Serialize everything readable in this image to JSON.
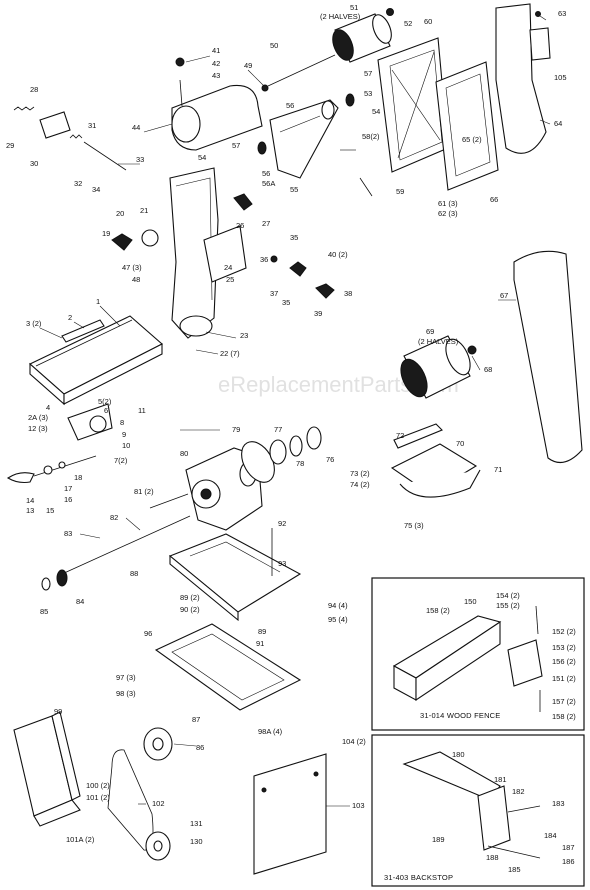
{
  "watermark": "eReplacementParts.com",
  "insets": {
    "wood_fence": "31-014 WOOD FENCE",
    "backstop": "31-403 BACKSTOP"
  },
  "callouts": {
    "c1": "1",
    "c2": "2",
    "c3": "3 (2)",
    "c4": "4",
    "c2a": "2A (3)",
    "c12": "12 (3)",
    "c5": "5(2)",
    "c6": "6",
    "c11": "11",
    "c8": "8",
    "c9": "9",
    "c10": "10",
    "c7": "7(2)",
    "c18": "18",
    "c17": "17",
    "c16": "16",
    "c15": "15",
    "c14": "14",
    "c13": "13",
    "c28": "28",
    "c29": "29",
    "c30": "30",
    "c31": "31",
    "c32": "32",
    "c33": "33",
    "c34": "34",
    "c41": "41",
    "c42": "42",
    "c43": "43",
    "c44": "44",
    "c51": "51",
    "c51b": "(2 HALVES)",
    "c52": "52",
    "c49": "49",
    "c50": "50",
    "c60": "60",
    "c63": "63",
    "c105": "105",
    "c64": "64",
    "c57a": "57",
    "c53": "53",
    "c57b": "57",
    "c54a": "54",
    "c56": "56",
    "c56a": "56A",
    "c54b": "54",
    "c58": "58(2)",
    "c55": "55",
    "c59": "59",
    "c65": "65 (2)",
    "c61": "61 (3)",
    "c62": "62 (3)",
    "c66": "66",
    "c20": "20",
    "c21": "21",
    "c19": "19",
    "c26": "26",
    "c27": "27",
    "c47": "47 (3)",
    "c48": "48",
    "c24": "24",
    "c25": "25",
    "c35": "35",
    "c36": "36",
    "c40": "40 (2)",
    "c37": "37",
    "c35b": "35",
    "c38": "38",
    "c39": "39",
    "c67": "67",
    "c23": "23",
    "c22": "22 (7)",
    "c69": "69",
    "c69b": "(2 HALVES)",
    "c68": "68",
    "c79": "79",
    "c77": "77",
    "c76": "76",
    "c78": "78",
    "c80": "80",
    "c81": "81 (2)",
    "c72": "72",
    "c70": "70",
    "c71": "71",
    "c73": "73 (2)",
    "c74": "74 (2)",
    "c75": "75 (3)",
    "c82": "82",
    "c83": "83",
    "c92": "92",
    "c93": "93",
    "c88": "88",
    "c85": "85",
    "c84": "84",
    "c89": "89 (2)",
    "c90": "90 (2)",
    "c89b": "89",
    "c91": "91",
    "c94": "94 (4)",
    "c95": "95 (4)",
    "c96": "96",
    "c97": "97 (3)",
    "c98": "98 (3)",
    "c98a": "98A (4)",
    "c99": "99",
    "c87": "87",
    "c86": "86",
    "c100": "100 (2)",
    "c101": "101 (2)",
    "c102": "102",
    "c101a": "101A (2)",
    "c131": "131",
    "c130": "130",
    "c104": "104 (2)",
    "c103": "103",
    "c150": "150",
    "c158a": "158 (2)",
    "c154": "154 (2)",
    "c155": "155 (2)",
    "c152": "152 (2)",
    "c153": "153 (2)",
    "c156": "156 (2)",
    "c151": "151 (2)",
    "c157": "157 (2)",
    "c158b": "158 (2)",
    "c180": "180",
    "c181": "181",
    "c182": "182",
    "c183": "183",
    "c189": "189",
    "c184": "184",
    "c187": "187",
    "c188": "188",
    "c185": "185",
    "c186": "186"
  }
}
